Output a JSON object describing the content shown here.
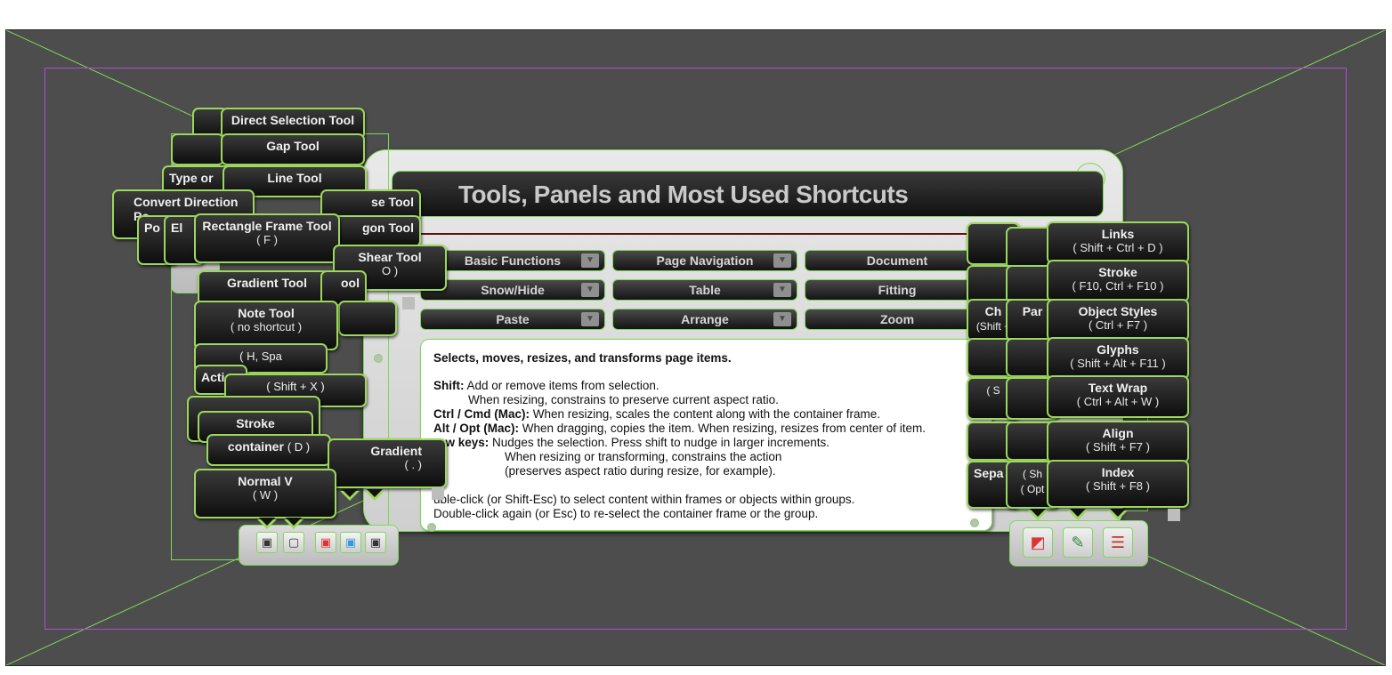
{
  "title": "Tools, Panels and Most Used Shortcuts",
  "categories": [
    {
      "label": "Basic Functions",
      "has_dropdown": true
    },
    {
      "label": "Page Navigation",
      "has_dropdown": true
    },
    {
      "label": "Document",
      "has_dropdown": false
    },
    {
      "label": "Snow/Hide",
      "has_dropdown": true
    },
    {
      "label": "Table",
      "has_dropdown": true
    },
    {
      "label": "Fitting",
      "has_dropdown": false
    },
    {
      "label": "Paste",
      "has_dropdown": true
    },
    {
      "label": "Arrange",
      "has_dropdown": true
    },
    {
      "label": "Zoom",
      "has_dropdown": false
    }
  ],
  "dropdown_glyph": "▼",
  "description": {
    "lead": "Selects, moves, resizes, and transforms page items.",
    "shift_key": "Shift:",
    "shift_text": "Add or remove items from selection.",
    "shift_text2": "When resizing, constrains to preserve current aspect ratio.",
    "ctrl_key": "Ctrl / Cmd (Mac):",
    "ctrl_text": "When resizing, scales the content along with the container frame.",
    "alt_key": "Alt / Opt (Mac):",
    "alt_text": "When dragging, copies the item. When resizing, resizes from center of item.",
    "arrow_key": "row keys:",
    "arrow_text": "Nudges the selection. Press shift to nudge in larger increments.",
    "arrow_text2": "When resizing or transforming, constrains the action",
    "arrow_text3": "(preserves aspect ratio during resize, for example).",
    "dbl_text": "uble-click (or Shift-Esc) to select content within frames or objects within groups.",
    "dbl_text2": "Double-click again (or Esc) to re-select the container frame or the group."
  },
  "left_tooltips": {
    "direct_selection": {
      "name": "Direct Selection Tool"
    },
    "gap": {
      "name": "Gap Tool"
    },
    "type_frag": {
      "name": "Type or"
    },
    "line": {
      "name": "Line Tool"
    },
    "convert_direction": {
      "name": "Convert Direction",
      "line2": "Po"
    },
    "se_tool": {
      "name": "se Tool"
    },
    "po": {
      "name": "Po"
    },
    "el": {
      "name": "El"
    },
    "rectangle_frame": {
      "name": "Rectangle Frame Tool",
      "shortcut": "( F )"
    },
    "gon_tool": {
      "name": "gon Tool"
    },
    "shear": {
      "name": "Shear Tool",
      "shortcut": "O )"
    },
    "gradient_tool": {
      "name": "Gradient Tool"
    },
    "ool": {
      "name": "ool"
    },
    "note": {
      "name": "Note Tool",
      "shortcut": "( no shortcut )"
    },
    "hand_shortcut": {
      "name": "( H, Spa"
    },
    "acti": {
      "name": "Acti"
    },
    "shift_x": {
      "name": "( Shift + X )"
    },
    "stroke_frag": {
      "name": "Stroke"
    },
    "container": {
      "name": "container",
      "shortcut": "( D )"
    },
    "gradient": {
      "name": "Gradient",
      "shortcut": "( . )"
    },
    "normal": {
      "name": "Normal V",
      "shortcut": "( W )"
    }
  },
  "right_tooltips": {
    "links": {
      "name": "Links",
      "shortcut": "( Shift + Ctrl + D )"
    },
    "stroke": {
      "name": "Stroke",
      "shortcut": "( F10, Ctrl + F10 )"
    },
    "object_styles": {
      "name": "Object Styles",
      "shortcut": "( Ctrl + F7 )"
    },
    "glyphs": {
      "name": "Glyphs",
      "shortcut": "( Shift + Alt + F11 )"
    },
    "text_wrap": {
      "name": "Text Wrap",
      "shortcut": "( Ctrl + Alt + W )"
    },
    "align": {
      "name": "Align",
      "shortcut": "( Shift + F7 )"
    },
    "index": {
      "name": "Index",
      "shortcut": "( Shift + F8 )"
    },
    "ch": {
      "name": "Ch",
      "shortcut": "(Shift +"
    },
    "par": {
      "name": "Par"
    },
    "sepa": {
      "name": "Sepa"
    },
    "sh": {
      "name": "( Sh",
      "shortcut": "( Opt"
    },
    "s_frag": {
      "name": "( S"
    }
  },
  "colors": {
    "pasteboard": "#4d4d4d",
    "selection_outline": "#7ed957",
    "margin_guide": "#b24bd6",
    "title_text": "#c9c9c9",
    "title_rule": "#5a1212"
  }
}
